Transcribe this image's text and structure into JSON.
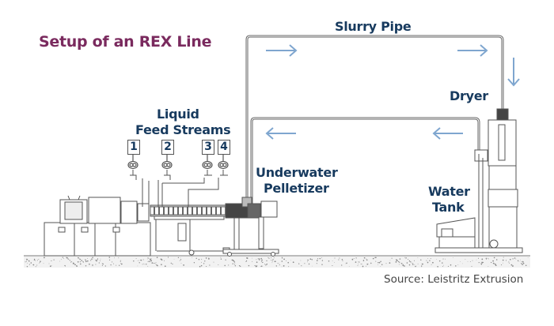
{
  "title": "Setup of an REX Line",
  "labels": {
    "slurry_pipe": "Slurry Pipe",
    "dryer": "Dryer",
    "liquid_feed_line1": "Liquid",
    "liquid_feed_line2": "Feed Streams",
    "underwater_line1": "Underwater",
    "underwater_line2": "Pelletizer",
    "water_line1": "Water",
    "water_line2": "Tank"
  },
  "feed_streams": [
    "1",
    "2",
    "3",
    "4"
  ],
  "source": "Source: Leistritz Extrusion",
  "colors": {
    "title": "#7a2a5e",
    "label": "#173a5e",
    "arrow": "#7fa6cf",
    "pipe": "#666666"
  },
  "flow_arrows": [
    {
      "name": "slurry-arrow-1",
      "direction": "right"
    },
    {
      "name": "slurry-arrow-2",
      "direction": "right"
    },
    {
      "name": "slurry-arrow-down",
      "direction": "down"
    },
    {
      "name": "return-arrow-1",
      "direction": "left"
    },
    {
      "name": "return-arrow-2",
      "direction": "left"
    }
  ]
}
